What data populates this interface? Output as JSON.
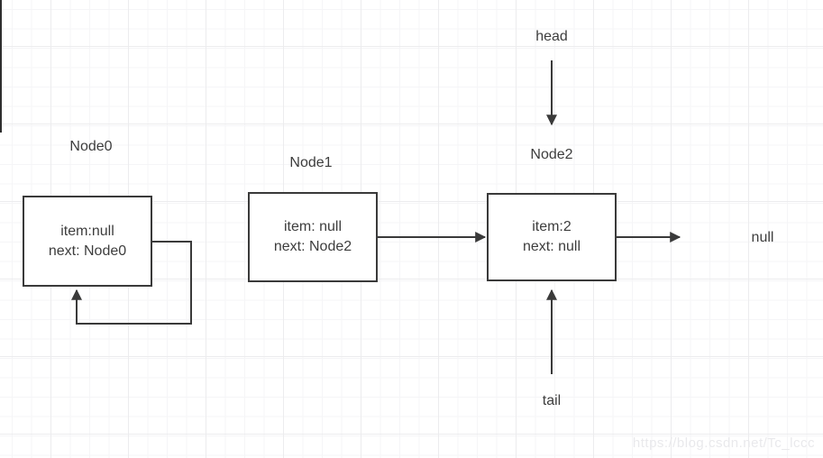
{
  "nodes": [
    {
      "title": "Node0",
      "fields": [
        "item:null",
        "next: Node0"
      ]
    },
    {
      "title": "Node1",
      "fields": [
        "item: null",
        "next: Node2"
      ]
    },
    {
      "title": "Node2",
      "fields": [
        "item:2",
        "next: null"
      ]
    }
  ],
  "pointers": {
    "head_label": "head",
    "tail_label": "tail"
  },
  "terminator_label": "null",
  "edges": [
    {
      "from": "head",
      "to": "Node2"
    },
    {
      "from": "tail",
      "to": "Node2"
    },
    {
      "from": "Node1",
      "to": "Node2"
    },
    {
      "from": "Node2",
      "to": "null"
    },
    {
      "from": "Node0",
      "to": "Node0"
    }
  ],
  "watermark": {
    "text": "https://blog.csdn.net/Tc_lccc"
  },
  "colors": {
    "line": "#3a3a3a",
    "text": "#3d3d3d",
    "watermark": "#e9e9ec",
    "grid_minor": "#f5f5f7",
    "grid_major": "#ececee",
    "background": "#ffffff"
  }
}
